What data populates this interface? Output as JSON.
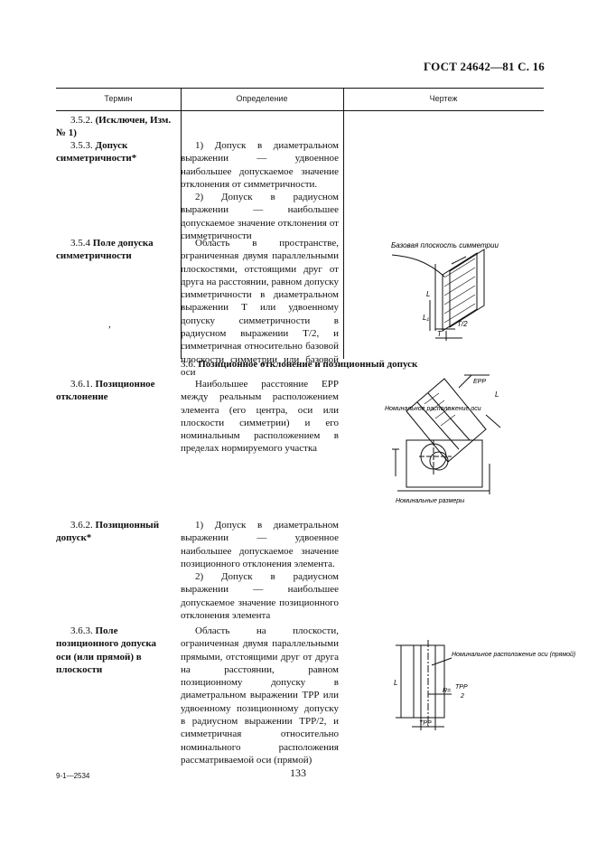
{
  "header": {
    "doc_ref": "ГОСТ 24642—81 С. 16"
  },
  "columns": {
    "term": "Термин",
    "definition": "Определение",
    "drawing": "Чертеж"
  },
  "rows": [
    {
      "number": "3.5.2.",
      "term": "(Исключен, Изм. № 1)"
    },
    {
      "number": "3.5.3.",
      "term": "Допуск симметричности*",
      "def": [
        "1) Допуск в диаметральном выражении — удвоенное наибольшее допускаемое значение отклонения от симметричности.",
        "2) Допуск в радиусном выражении — наибольшее допускаемое значение отклонения от симметричности"
      ]
    },
    {
      "number": "3.5.4",
      "term": "Поле допуска симметричности",
      "def": [
        "Область в пространстве, ограниченная двумя параллельными плоскостями, отстоящими друг от друга на расстоянии, равном допуску симметричности в диаметральном выражении Т или удвоенному допуску симметричности в радиусном выражении Т/2, и симметричная относительно базовой плоскости симметрии или базовой оси"
      ]
    },
    {
      "number": "3.6.1.",
      "term": "Позиционное отклонение",
      "def": [
        "Наибольшее расстояние EPP между реальным расположением элемента (его центра, оси или плоскости симметрии) и его номинальным расположением в пределах нормируемого участка"
      ]
    },
    {
      "number": "3.6.2.",
      "term": "Позиционный допуск*",
      "def": [
        "1) Допуск в диаметральном выражении — удвоенное наибольшее допускаемое значение позиционного отклонения элемента.",
        "2) Допуск в радиусном выражении — наибольшее допускаемое значение позиционного отклонения элемента"
      ]
    },
    {
      "number": "3.6.3.",
      "term": "Поле позиционного допуска оси (или прямой) в плоскости",
      "def": [
        "Область на плоскости, ограниченная двумя параллельными прямыми, отстоящими друг от друга на расстоянии, равном позиционному допуску в диаметральном выражении TPP или удвоенному позиционному допуску в радиусном выражении TPP/2, и симметричная относительно номинального расположения рассматриваемой оси (прямой)"
      ]
    }
  ],
  "section": {
    "number": "3.6.",
    "title": "Позиционное отклонение и позиционный допуск"
  },
  "stray_mark": ",",
  "figures": {
    "sym": {
      "base_label": "Базовая плоскость симметрии",
      "L": "L",
      "L1": "L₁",
      "T2": "T/2",
      "T": "T"
    },
    "pos": {
      "epp": "EPP",
      "nominal_axis": "Номинальное расположение оси",
      "nominal_dims": "Номинальные размеры",
      "L": "L"
    },
    "field": {
      "nominal_axis": "Номинальное расположение оси (прямой)",
      "L": "L",
      "R": "R=",
      "frac_num": "TPP",
      "frac_den": "2",
      "tpp": "TPP"
    }
  },
  "footer": {
    "left": "9-1—2534",
    "page": "133"
  }
}
